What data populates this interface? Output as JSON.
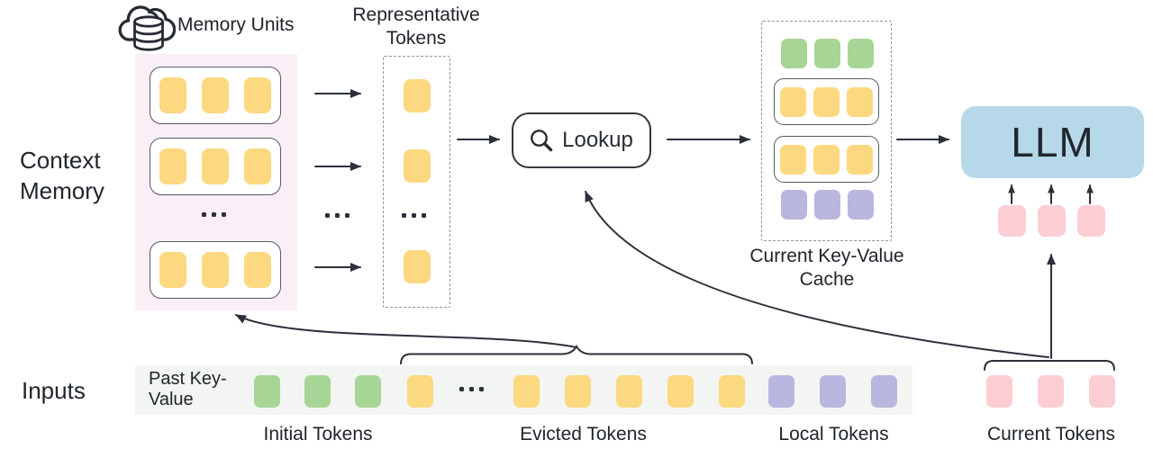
{
  "colors": {
    "yellow": "#fcd880",
    "green": "#a6d596",
    "purple": "#b9b6df",
    "pink": "#fcced3",
    "blue": "#b7d8e9",
    "panel_pink": "#faeef7",
    "strip_gray": "#f3f5f3",
    "ink": "#2b303a"
  },
  "labels": {
    "memory_units": "Memory Units",
    "context_memory": "Context Memory",
    "representative_tokens": "Representative Tokens",
    "lookup": "Lookup",
    "current_kv_cache": "Current Key-Value Cache",
    "llm": "LLM",
    "inputs": "Inputs",
    "past_key_value": "Past Key-Value",
    "initial_tokens": "Initial Tokens",
    "evicted_tokens": "Evicted Tokens",
    "local_tokens": "Local Tokens",
    "current_tokens": "Current Tokens"
  },
  "tokens": {
    "memory_row": {
      "count": 3,
      "color": "yellow",
      "name": "memory-unit-token"
    },
    "rep_token": {
      "count": 1,
      "color": "yellow",
      "name": "representative-token"
    },
    "cache_green": {
      "count": 3,
      "color": "green",
      "name": "cache-initial-token"
    },
    "cache_yellow": {
      "count": 3,
      "color": "yellow",
      "name": "cache-retrieved-token"
    },
    "cache_purple": {
      "count": 3,
      "color": "purple",
      "name": "cache-local-token"
    },
    "llm_input_pink": {
      "count": 3,
      "color": "pink",
      "name": "llm-input-token"
    },
    "strip_green": {
      "count": 3,
      "color": "green",
      "name": "initial-token"
    },
    "strip_yellow_head": {
      "count": 1,
      "color": "yellow",
      "name": "evicted-token"
    },
    "strip_yellow_tail": {
      "count": 5,
      "color": "yellow",
      "name": "evicted-token"
    },
    "strip_purple": {
      "count": 3,
      "color": "purple",
      "name": "local-token"
    },
    "current_pink": {
      "count": 3,
      "color": "pink",
      "name": "current-token"
    }
  }
}
